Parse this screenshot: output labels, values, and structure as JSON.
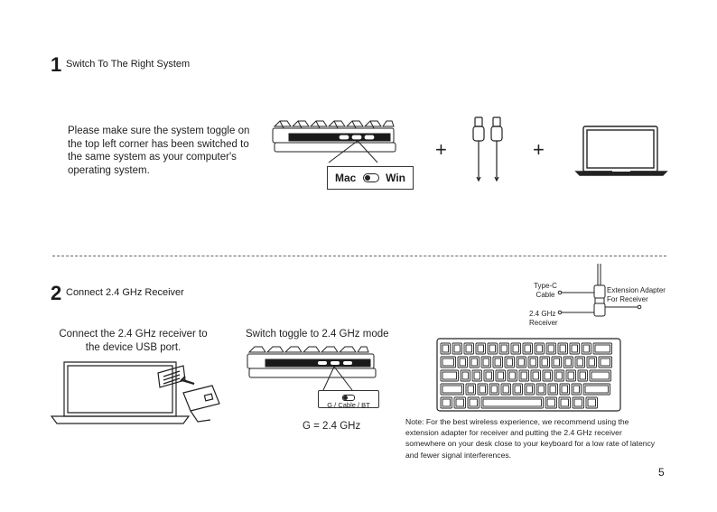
{
  "step1": {
    "number": "1",
    "title": "Switch To The Right System",
    "description": "Please make sure the system toggle on the top left corner has been switched to the same system as your computer's operating system.",
    "toggle_left": "Mac",
    "toggle_right": "Win",
    "plus1": "+",
    "plus2": "+"
  },
  "step2": {
    "number": "2",
    "title": "Connect 2.4 GHz Receiver",
    "receiver_caption": "Connect the 2.4 GHz receiver to the device USB port.",
    "toggle_caption": "Switch toggle to 2.4 GHz mode",
    "toggle_label": "G / Cable / BT",
    "mode_note": "G = 2.4 GHz",
    "typec_label": "Type-C Cable",
    "extension_label": "Extension Adapter For Receiver",
    "receiver_label": "2.4 GHz Receiver",
    "note": "Note: For the best wireless experience, we recommend using the extension adapter for receiver and putting the 2.4 GHz receiver somewhere on your desk close to your keyboard for a low rate of latency and fewer signal interferences."
  },
  "page_number": "5"
}
